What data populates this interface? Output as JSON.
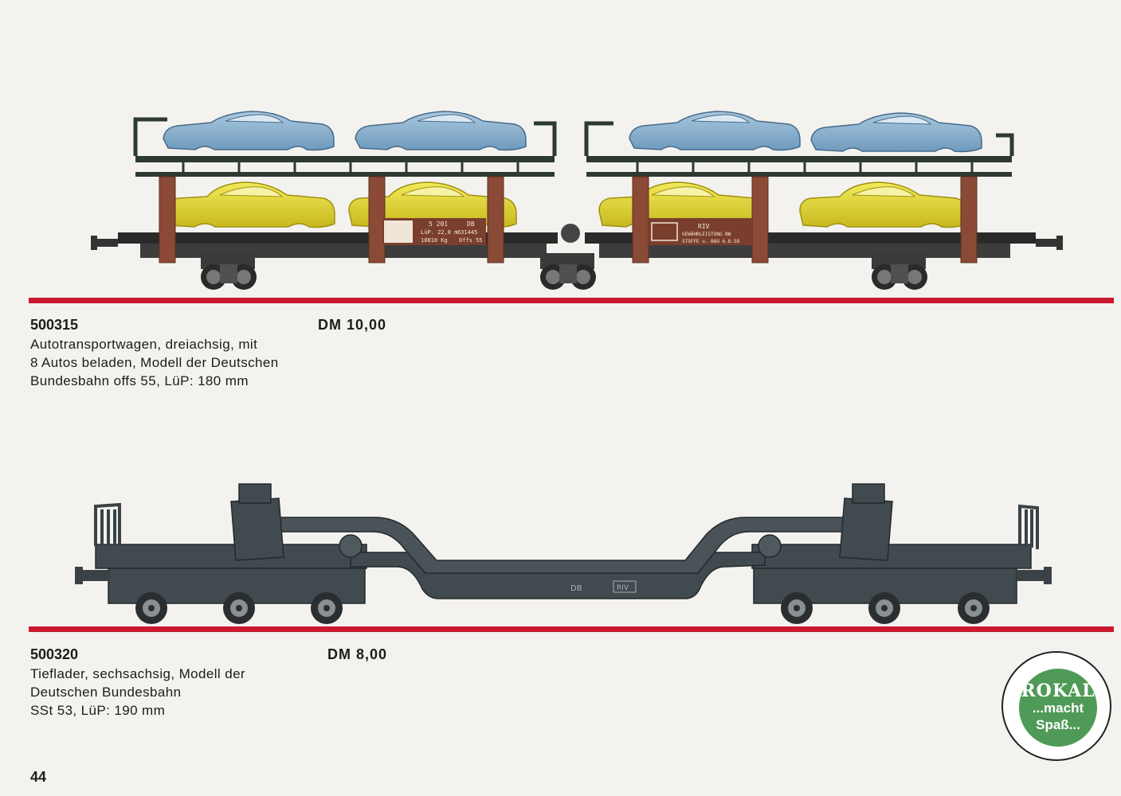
{
  "colors": {
    "rule": "#c8192e",
    "background": "#f4f2ee",
    "badge_green": "#4f9a57"
  },
  "products": [
    {
      "code": "500315",
      "price": "DM 10,00",
      "description": [
        "Autotransportwagen, dreiachsig, mit",
        "8 Autos beladen, Modell der Deutschen",
        "Bundesbahn offs 55, LüP: 180 mm"
      ],
      "wagon_markings": {
        "left_panel": [
          "5 201",
          "DB",
          "LüP. 22,8 m",
          "631445",
          "18810 Kg",
          "Offs 55"
        ],
        "right_panel": [
          "RIV",
          "GEWÄHRLEISTUNG NW",
          "STOFFE u. BAU 6.8.58"
        ]
      }
    },
    {
      "code": "500320",
      "price": "DM 8,00",
      "description": [
        "Tieflader, sechsachsig, Modell der",
        "Deutschen Bundesbahn",
        "SSt 53, LüP: 190 mm"
      ],
      "wagon_markings": {
        "labels": [
          "DB",
          "RIV"
        ]
      }
    }
  ],
  "page_number": "44",
  "badge": {
    "line1": "ROKAL",
    "line2": "...macht",
    "line3": "Spaß..."
  }
}
